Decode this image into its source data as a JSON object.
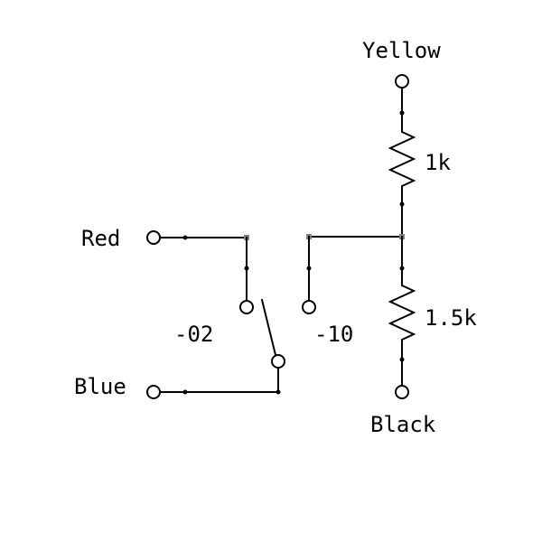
{
  "labels": {
    "yellow": "Yellow",
    "red": "Red",
    "blue": "Blue",
    "black": "Black",
    "r1": "1k",
    "r2": "1.5k",
    "switch_a": "-02",
    "switch_b": "-10"
  }
}
